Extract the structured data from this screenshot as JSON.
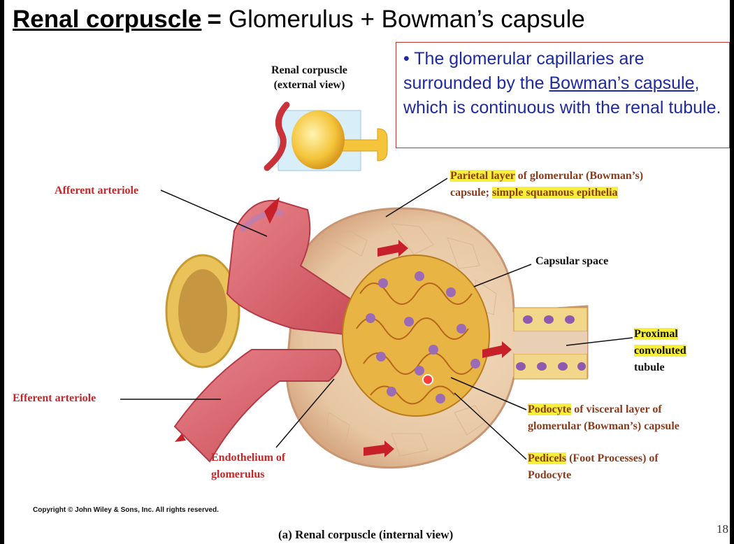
{
  "title": {
    "term": "Renal corpuscle",
    "equals": "=",
    "definition": "Glomerulus + Bowman’s capsule"
  },
  "note": {
    "bullet": "•",
    "text_before": "The glomerular capillaries are surrounded by the ",
    "link_text": "Bowman’s capsule",
    "text_after": ", which is continuous with the renal tubule."
  },
  "external_view": {
    "line1": "Renal corpuscle",
    "line2": "(external view)"
  },
  "labels": {
    "afferent": "Afferent arteriole",
    "efferent": "Efferent arteriole",
    "parietal_hl": "Parietal layer",
    "parietal_rest1": " of glomerular (Bowman’s)",
    "parietal_line2a": "capsule; ",
    "parietal_hl2": "simple squamous epithelia",
    "capsular_space": "Capsular space",
    "proximal_hl1": "Proximal",
    "proximal_hl2": "convoluted",
    "proximal_3": "tubule",
    "podocyte_hl": "Podocyte",
    "podocyte_rest": " of visceral layer of",
    "podocyte_line2": "glomerular (Bowman’s) capsule",
    "pedicels_hl": "Pedicels",
    "pedicels_rest": " (Foot Processes) of",
    "pedicels_line2": "Podocyte",
    "endothelium_1": "Endothelium of",
    "endothelium_2": "glomerulus"
  },
  "footer": {
    "copyright": "Copyright © John Wiley & Sons, Inc. All rights reserved.",
    "caption": "(a) Renal corpuscle (internal view)",
    "page_number": "18"
  },
  "colors": {
    "note_text": "#1e2aa0",
    "note_border": "#c0392b",
    "label_red": "#c0282a",
    "label_brown": "#8b3a1a",
    "highlight": "#f7ef3a",
    "capsule": "#e8c9a6",
    "glomerulus": "#e6a93a",
    "arteriole": "#d9606a"
  }
}
